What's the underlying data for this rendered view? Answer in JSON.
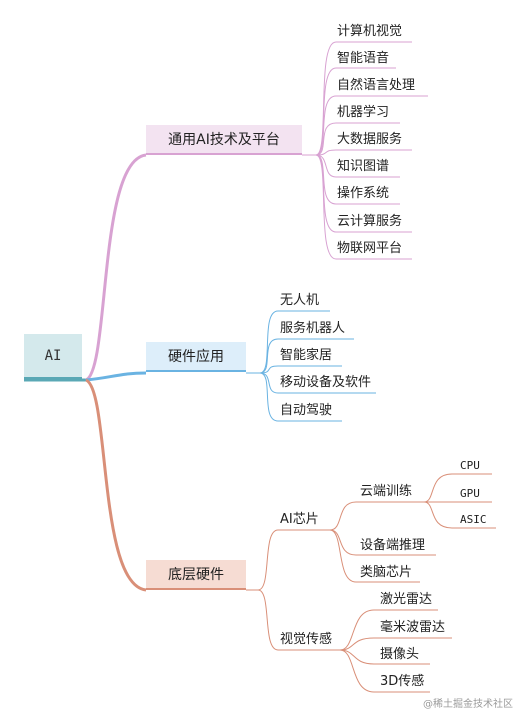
{
  "root": {
    "label": "AI"
  },
  "branches": {
    "platform": {
      "label": "通用AI技术及平台",
      "items": [
        "计算机视觉",
        "智能语音",
        "自然语言处理",
        "机器学习",
        "大数据服务",
        "知识图谱",
        "操作系统",
        "云计算服务",
        "物联网平台"
      ]
    },
    "hardware_apps": {
      "label": "硬件应用",
      "items": [
        "无人机",
        "服务机器人",
        "智能家居",
        "移动设备及软件",
        "自动驾驶"
      ]
    },
    "base_hardware": {
      "label": "底层硬件",
      "ai_chip": {
        "label": "AI芯片",
        "cloud_training": {
          "label": "云端训练",
          "items": [
            "CPU",
            "GPU",
            "ASIC"
          ]
        },
        "device_inference": "设备端推理",
        "brain_chip": "类脑芯片"
      },
      "vision_sensing": {
        "label": "视觉传感",
        "items": [
          "激光雷达",
          "毫米波雷达",
          "摄像头",
          "3D传感"
        ]
      }
    }
  },
  "watermark": "@稀土掘金技术社区",
  "colors": {
    "root_link": "#5aa8b5",
    "platform": "#d8a2d2",
    "hardware_apps": "#6ab3e2",
    "base_hardware": "#d98f78"
  }
}
